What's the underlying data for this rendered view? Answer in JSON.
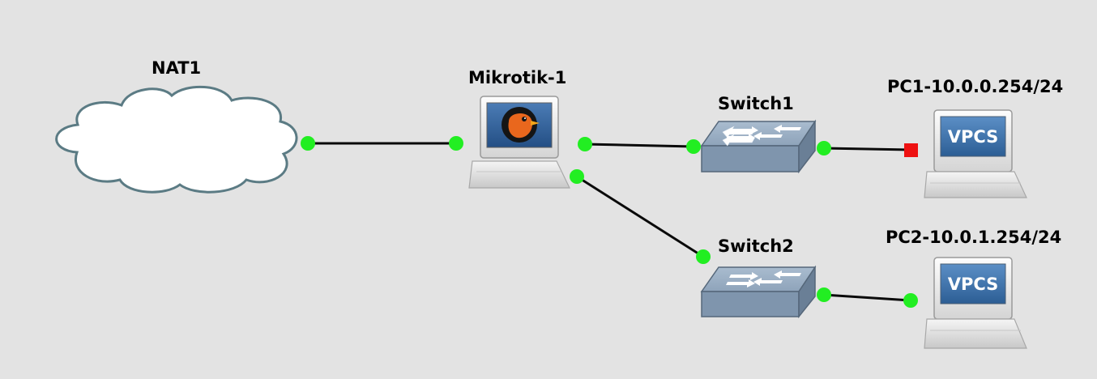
{
  "topology": {
    "nodes": [
      {
        "id": "nat1",
        "label": "NAT1",
        "type": "cloud"
      },
      {
        "id": "mikrotik1",
        "label": "Mikrotik-1",
        "type": "qemu-router"
      },
      {
        "id": "switch1",
        "label": "Switch1",
        "type": "ethernet-switch"
      },
      {
        "id": "switch2",
        "label": "Switch2",
        "type": "ethernet-switch"
      },
      {
        "id": "pc1",
        "label": "PC1-10.0.0.254/24",
        "type": "vpcs",
        "screen_text": "VPCS"
      },
      {
        "id": "pc2",
        "label": "PC2-10.0.1.254/24",
        "type": "vpcs",
        "screen_text": "VPCS"
      }
    ],
    "links": [
      {
        "from": "nat1",
        "to": "mikrotik1",
        "from_status": "up",
        "to_status": "up"
      },
      {
        "from": "mikrotik1",
        "to": "switch1",
        "from_status": "up",
        "to_status": "up"
      },
      {
        "from": "mikrotik1",
        "to": "switch2",
        "from_status": "up",
        "to_status": "up"
      },
      {
        "from": "switch1",
        "to": "pc1",
        "from_status": "up",
        "to_status": "down"
      },
      {
        "from": "switch2",
        "to": "pc2",
        "from_status": "up",
        "to_status": "up"
      }
    ]
  },
  "colors": {
    "canvas": "#e3e3e3",
    "link": "#0a0a0a",
    "status_up": "#22ee22",
    "status_down": "#ee1111",
    "switch_face": "#7f95ad",
    "vpcs_screen": "#3b6fa6"
  },
  "icons": {
    "cloud": "cloud-icon",
    "router": "qemu-router-icon",
    "switch": "ethernet-switch-icon",
    "vpcs": "vpcs-computer-icon"
  }
}
